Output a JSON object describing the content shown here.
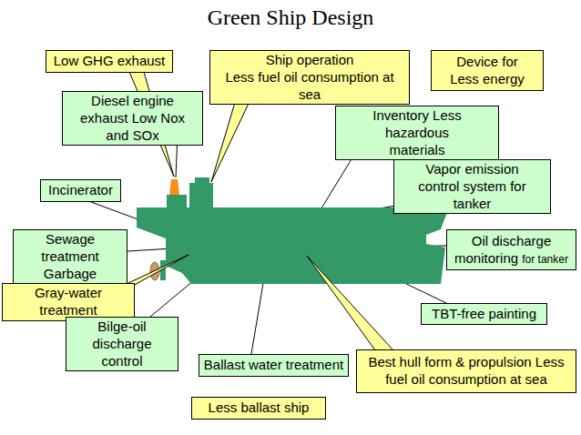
{
  "diagram": {
    "title": "Green Ship Design",
    "nodes": [
      {
        "text": [
          "Low GHG exhaust"
        ]
      },
      {
        "text": [
          "Ship operation",
          "Less fuel oil consumption at sea"
        ]
      },
      {
        "text": [
          "Device for Less energy"
        ]
      },
      {
        "text": [
          "Diesel engine exhaust Low Nox and SOx"
        ]
      },
      {
        "text": [
          "Inventory Less hazardous materials"
        ]
      },
      {
        "text": [
          "Incinerator"
        ]
      },
      {
        "text": [
          "Vapor emission control system for tanker"
        ]
      },
      {
        "text": [
          "Sewage treatment Garbage disposal"
        ]
      },
      {
        "text": [
          "Oil discharge monitoring",
          "for tanker"
        ]
      },
      {
        "text": [
          "Gray-water treatment"
        ]
      },
      {
        "text": [
          "Bilge-oil discharge control"
        ]
      },
      {
        "text": [
          "TBT-free painting"
        ]
      },
      {
        "text": [
          "Ballast water treatment"
        ]
      },
      {
        "text": [
          "Best hull form & propulsion Less fuel oil consumption at sea"
        ]
      },
      {
        "text": [
          "Less ballast ship"
        ]
      }
    ]
  }
}
